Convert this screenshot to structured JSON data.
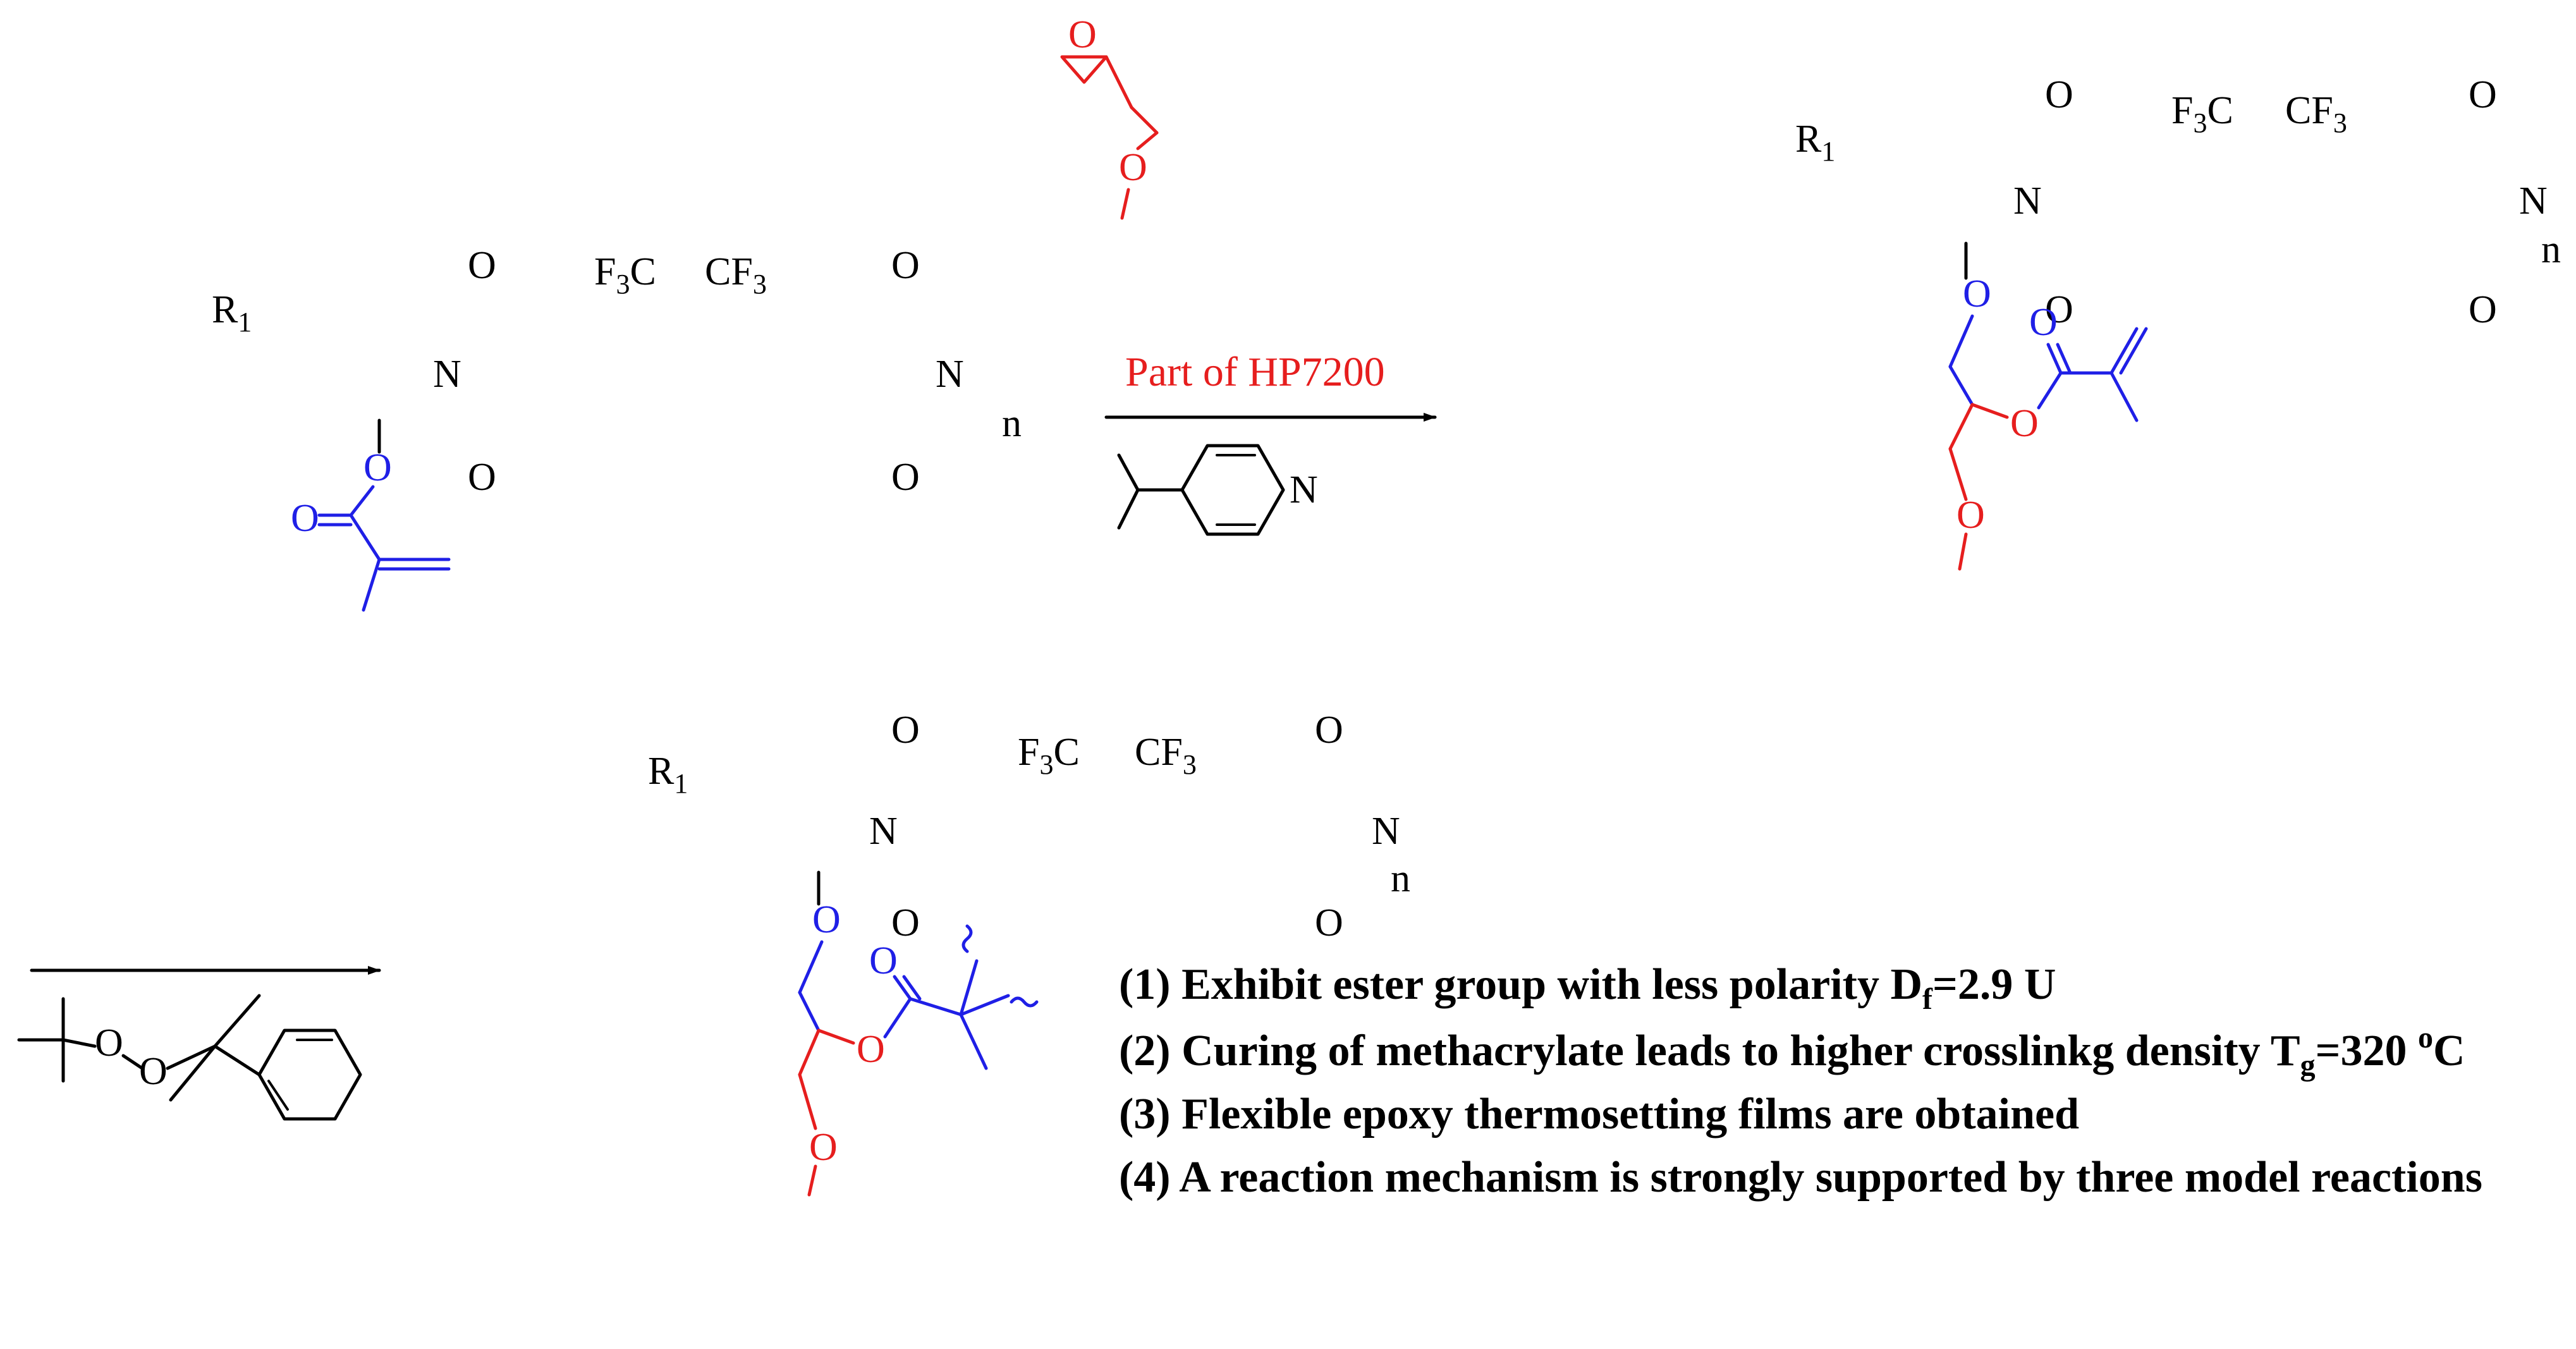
{
  "labels": {
    "r1": "R",
    "r1_sub": "1",
    "f3c_left": "F",
    "f3c_left_sub": "3",
    "f3c_left_c": "C",
    "cf3_c": "CF",
    "cf3_sub": "3",
    "oxygen": "O",
    "nitrogen": "N",
    "repeat_n": "n",
    "hp7200": "Part of HP7200"
  },
  "notes": [
    {
      "text": "(1) Exhibit ester group with less polarity D",
      "sub": "f",
      "tail": "=2.9 U"
    },
    {
      "text": "(2) Curing of methacrylate leads to higher crosslinkg density T",
      "sub": "g",
      "tail": "=320 ",
      "sup": "o",
      "tail2": "C"
    },
    {
      "text": "(3) Flexible epoxy thermosetting films are obtained",
      "sub": "",
      "tail": ""
    },
    {
      "text": "(4) A reaction mechanism is strongly supported by three model reactions",
      "sub": "",
      "tail": ""
    }
  ],
  "colors": {
    "polymer": "#000000",
    "methacrylate": "#1f1fe6",
    "epoxy_fragment": "#e61e1e"
  },
  "icons": {
    "arrow1": "reaction-arrow",
    "arrow2": "reaction-arrow"
  }
}
